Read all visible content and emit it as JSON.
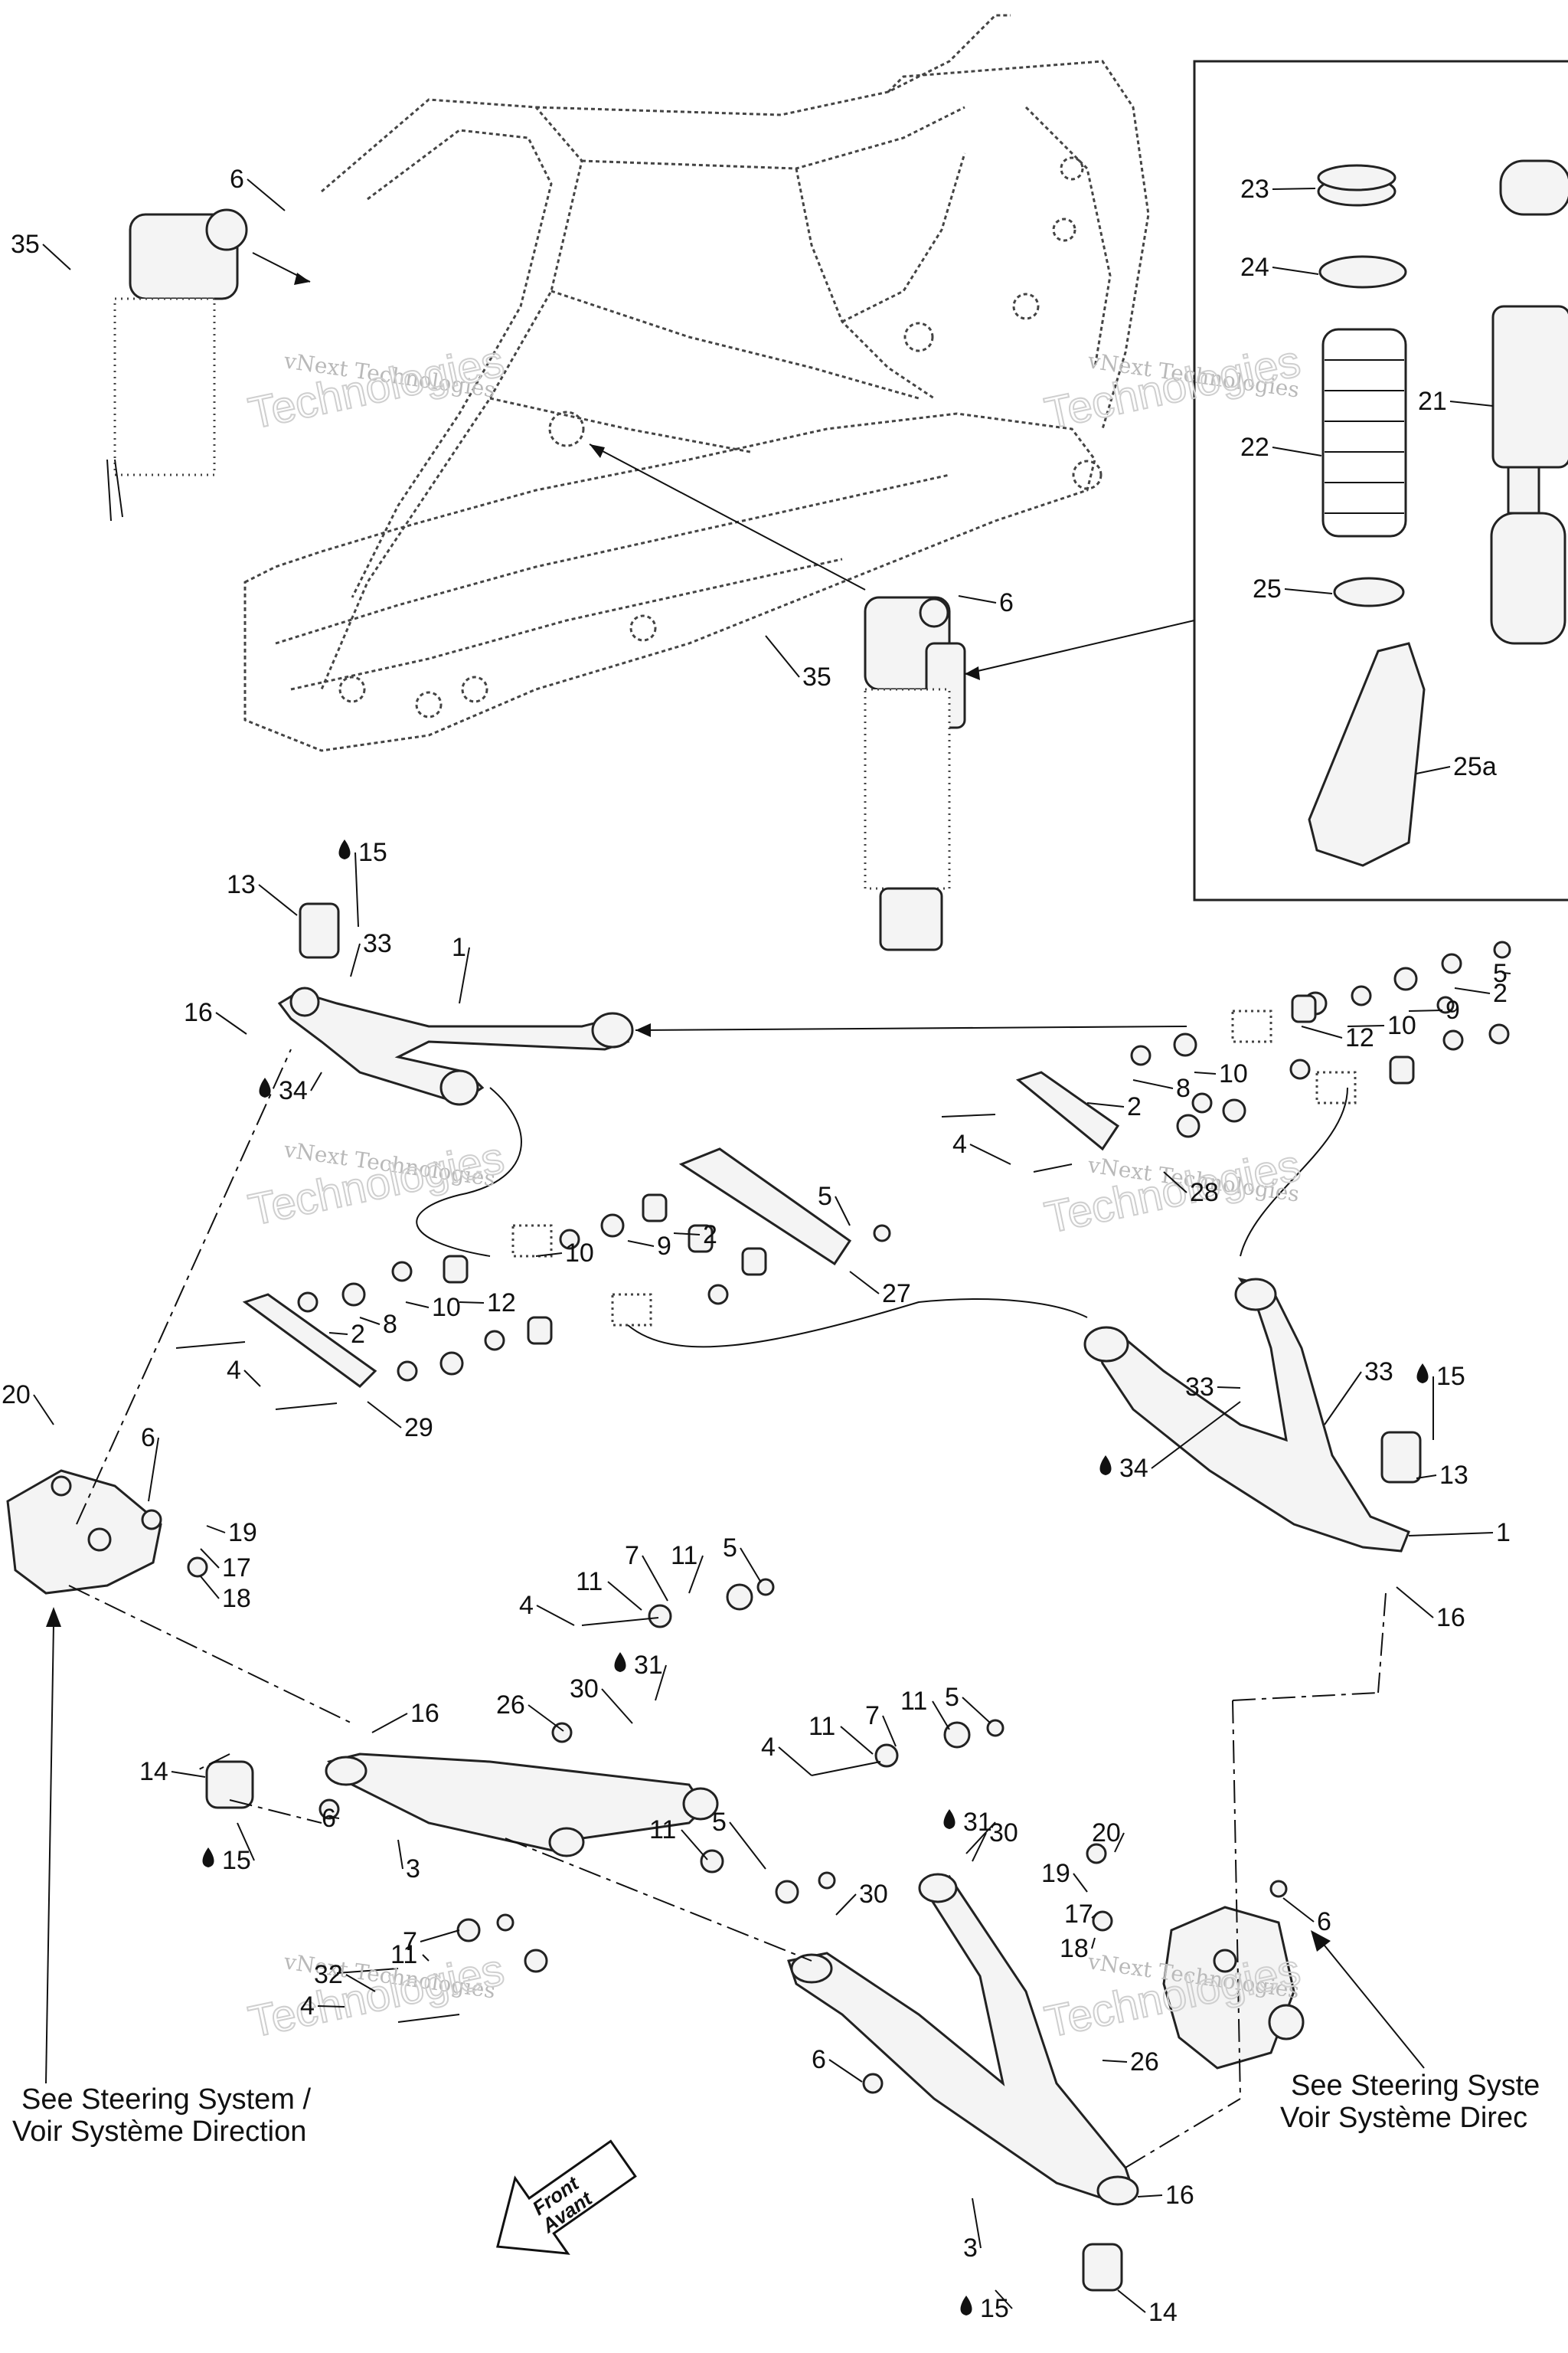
{
  "watermark": {
    "line1": "vNext Technologies",
    "line2": "Technologies"
  },
  "front_label": {
    "line1": "Front",
    "line2": "Avant"
  },
  "steering_refs": {
    "left_line1": "See Steering System /",
    "left_line2": "Voir Système Direction",
    "right_line1": "See Steering Syste",
    "right_line2": "Voir Système Direc"
  },
  "callouts": [
    "35",
    "6",
    "6",
    "35",
    "23",
    "24",
    "22",
    "21",
    "25",
    "25a",
    "13",
    "15",
    "33",
    "1",
    "16",
    "34",
    "5",
    "2",
    "10",
    "9",
    "12",
    "8",
    "10",
    "2",
    "4",
    "28",
    "5",
    "9",
    "2",
    "10",
    "27",
    "12",
    "10",
    "8",
    "2",
    "4",
    "29",
    "33",
    "33",
    "15",
    "34",
    "13",
    "1",
    "16",
    "20",
    "6",
    "19",
    "17",
    "18",
    "7",
    "11",
    "5",
    "11",
    "4",
    "31",
    "30",
    "26",
    "16",
    "14",
    "15",
    "6",
    "3",
    "11",
    "5",
    "7",
    "11",
    "5",
    "4",
    "11",
    "31",
    "30",
    "30",
    "20",
    "19",
    "17",
    "18",
    "6",
    "7",
    "11",
    "32",
    "4",
    "6",
    "26",
    "16",
    "3",
    "15",
    "14"
  ]
}
